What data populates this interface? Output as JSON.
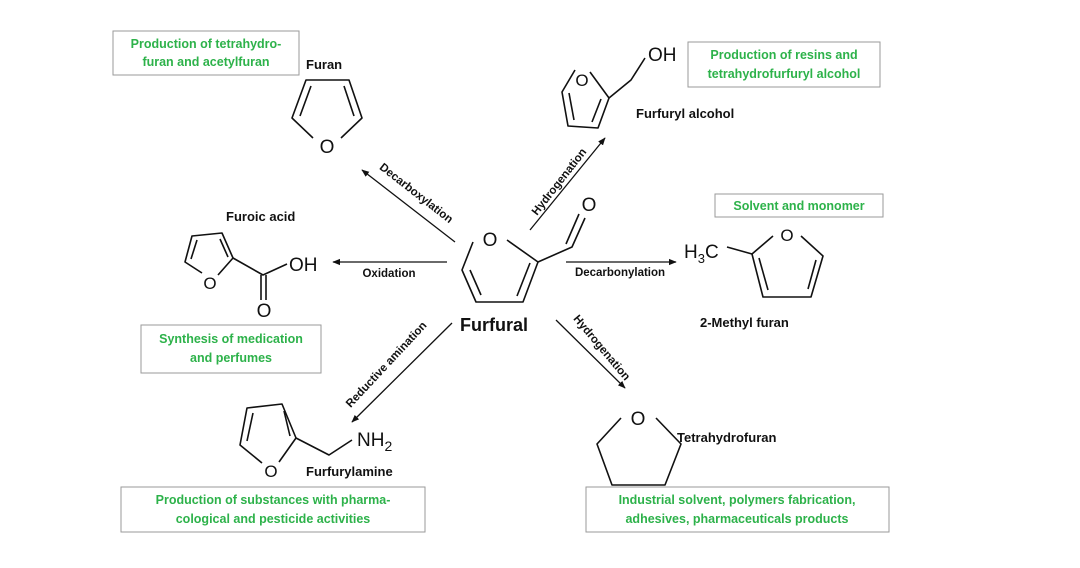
{
  "center": {
    "name": "Furfural",
    "atoms": {
      "O": "O",
      "O_carbonyl": "O"
    }
  },
  "products": [
    {
      "key": "furan",
      "name": "Furan",
      "reaction": "Decarboxylation",
      "application": [
        "Production of tetrahydro-",
        "furan and acetylfuran"
      ],
      "atoms": {
        "O": "O"
      }
    },
    {
      "key": "furfuryl_alcohol",
      "name": "Furfuryl alcohol",
      "reaction": "Hydrogenation",
      "application": [
        "Production of resins and",
        "tetrahydrofurfuryl alcohol"
      ],
      "atoms": {
        "O": "O",
        "OH": "OH"
      }
    },
    {
      "key": "methyl_furan",
      "name": "2-Methyl furan",
      "reaction": "Decarbonylation",
      "application": [
        "Solvent and monomer"
      ],
      "atoms": {
        "O": "O",
        "H": "H",
        "sub3": "3",
        "C": "C"
      }
    },
    {
      "key": "furoic_acid",
      "name": "Furoic acid",
      "reaction": "Oxidation",
      "application": [
        "Synthesis of medication",
        "and perfumes"
      ],
      "atoms": {
        "O": "O",
        "OH": "OH",
        "O_carbonyl": "O"
      }
    },
    {
      "key": "furfurylamine",
      "name": "Furfurylamine",
      "reaction": "Reductive amination",
      "application": [
        "Production of substances with pharma-",
        "cological and pesticide activities"
      ],
      "atoms": {
        "O": "O",
        "NH": "NH",
        "sub2": "2"
      }
    },
    {
      "key": "tetrahydrofuran",
      "name": "Tetrahydrofuran",
      "reaction": "Hydrogenation",
      "application": [
        "Industrial solvent, polymers fabrication,",
        "adhesives, pharmaceuticals products"
      ],
      "atoms": {
        "O": "O"
      }
    }
  ],
  "colors": {
    "application_text": "#2db24a",
    "box_border": "#9a9a9a",
    "ink": "#111111"
  }
}
